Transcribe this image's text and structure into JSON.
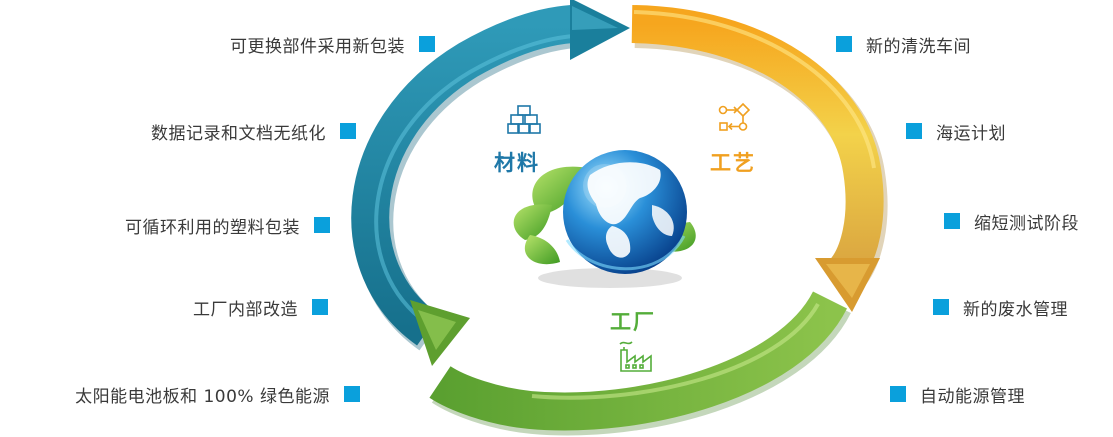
{
  "colors": {
    "bullet": "#0aa0dc",
    "materials": "#1f78a8",
    "process": "#f0a020",
    "factory": "#54ad3a",
    "arrow_left": "#2a93ad",
    "arrow_right": "#e8b53a",
    "arrow_bottom": "#79b640"
  },
  "categories": {
    "materials": {
      "label": "材料",
      "icon": "stacked-boxes-icon"
    },
    "process": {
      "label": "工艺",
      "icon": "process-flow-icon"
    },
    "factory": {
      "label": "工厂",
      "icon": "factory-icon"
    }
  },
  "left_items": [
    "可更换部件采用新包装",
    "数据记录和文档无纸化",
    "可循环利用的塑料包装",
    "工厂内部改造",
    "太阳能电池板和 100% 绿色能源"
  ],
  "right_items": [
    "新的清洗车间",
    "海运计划",
    "缩短测试阶段",
    "新的废水管理",
    "自动能源管理"
  ],
  "center": {
    "icon": "earth-globe-with-leaves-icon"
  }
}
